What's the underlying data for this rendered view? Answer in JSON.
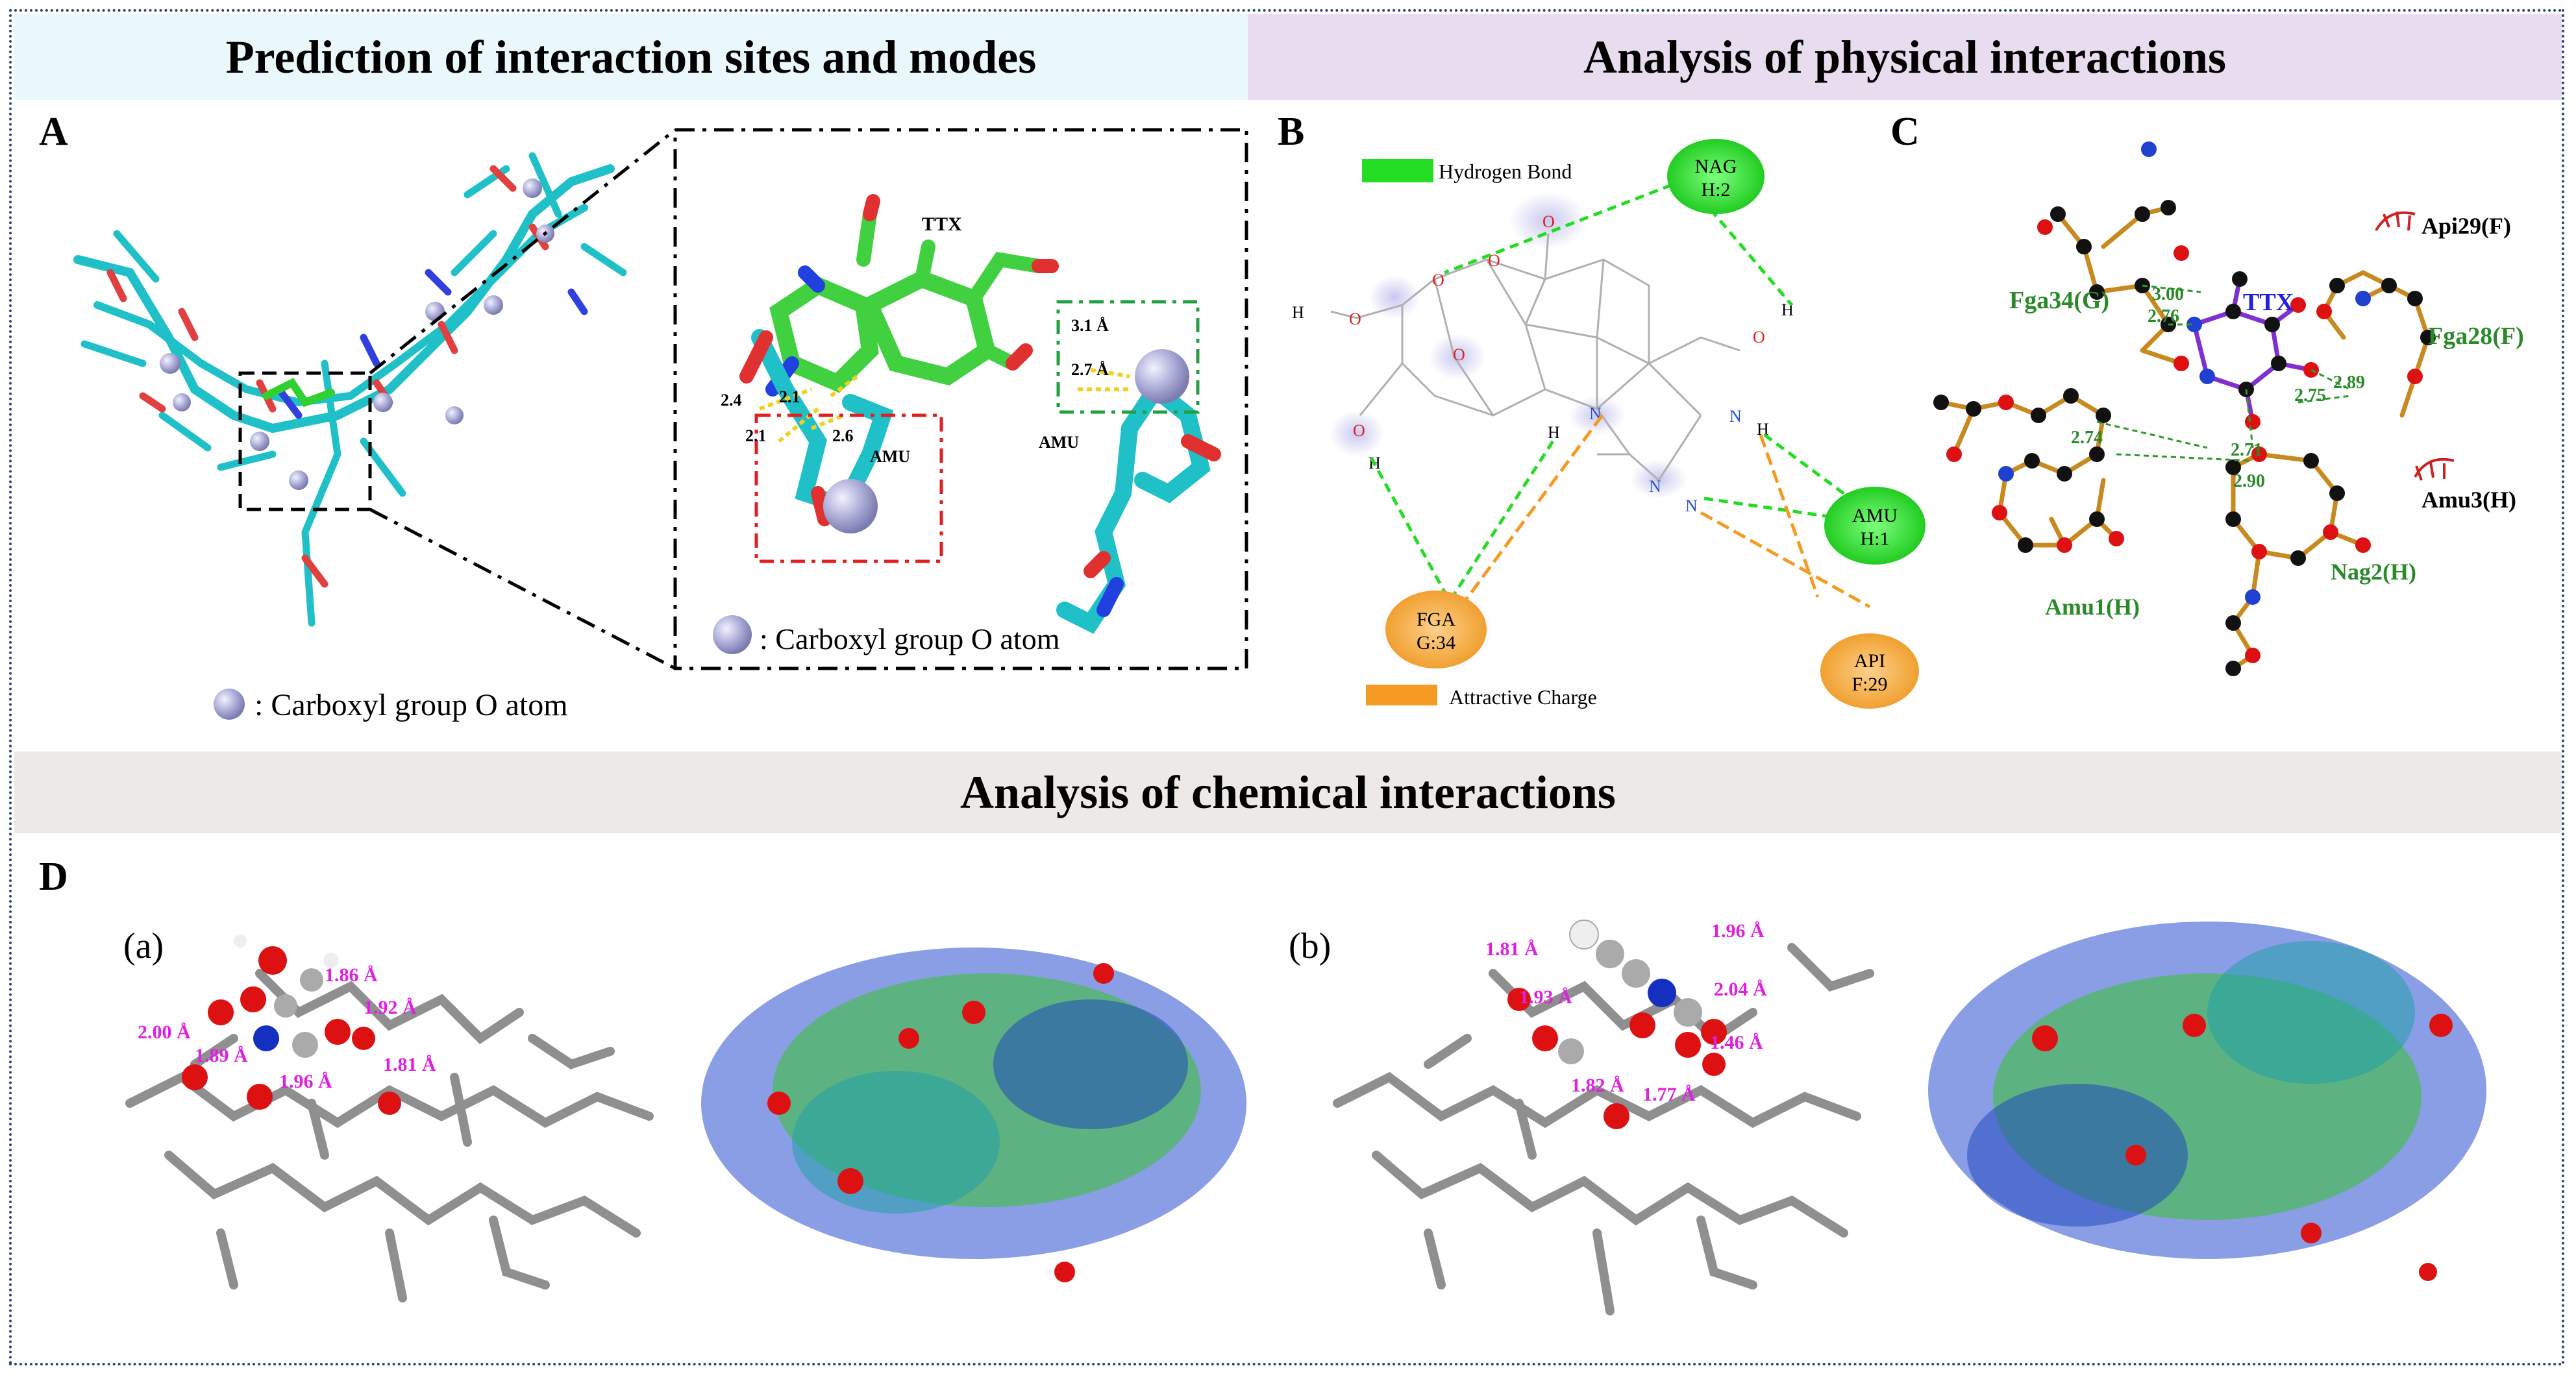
{
  "headers": {
    "sites": "Prediction of interaction sites and modes",
    "physical": "Analysis of physical interactions",
    "chemical": "Analysis of chemical interactions"
  },
  "panels": {
    "A": {
      "label": "A",
      "legend": ": Carboxyl group O atom",
      "inset_legend": ": Carboxyl group O atom",
      "inset_labels": {
        "ttx": "TTX",
        "amu_left": "AMU",
        "amu_right": "AMU"
      },
      "distances": [
        "3.1 Å",
        "2.7 Å",
        "2.4",
        "2.1",
        "2.1",
        "2.6"
      ]
    },
    "B": {
      "label": "B",
      "legend_hbond": "Hydrogen Bond",
      "legend_charge": "Attractive Charge",
      "residues": {
        "nag": [
          "NAG",
          "H:2"
        ],
        "amu": [
          "AMU",
          "H:1"
        ],
        "fga": [
          "FGA",
          "G:34"
        ],
        "api": [
          "API",
          "F:29"
        ]
      },
      "atoms": {
        "o": "O",
        "h": "H",
        "n": "N"
      },
      "colors": {
        "hbond": "#22dd22",
        "charge": "#f59a23"
      }
    },
    "C": {
      "label": "C",
      "residues": {
        "fga34": "Fga34(G)",
        "api29": "Api29(F)",
        "ttx": "TTX",
        "fga28": "Fga28(F)",
        "amu3": "Amu3(H)",
        "nag2": "Nag2(H)",
        "amu1": "Amu1(H)"
      },
      "distances": [
        "3.00",
        "2.76",
        "2.75",
        "2.89",
        "2.74",
        "2.71",
        "2.90"
      ]
    },
    "D": {
      "label": "D",
      "sub_a": "(a)",
      "sub_b": "(b)",
      "distances_a": [
        "1.86 Å",
        "1.92 Å",
        "2.00 Å",
        "1.89 Å",
        "1.96 Å",
        "1.81 Å"
      ],
      "distances_b": [
        "1.96 Å",
        "1.81 Å",
        "2.04 Å",
        "1.93 Å",
        "1.46 Å",
        "1.82 Å",
        "1.77 Å"
      ]
    }
  }
}
